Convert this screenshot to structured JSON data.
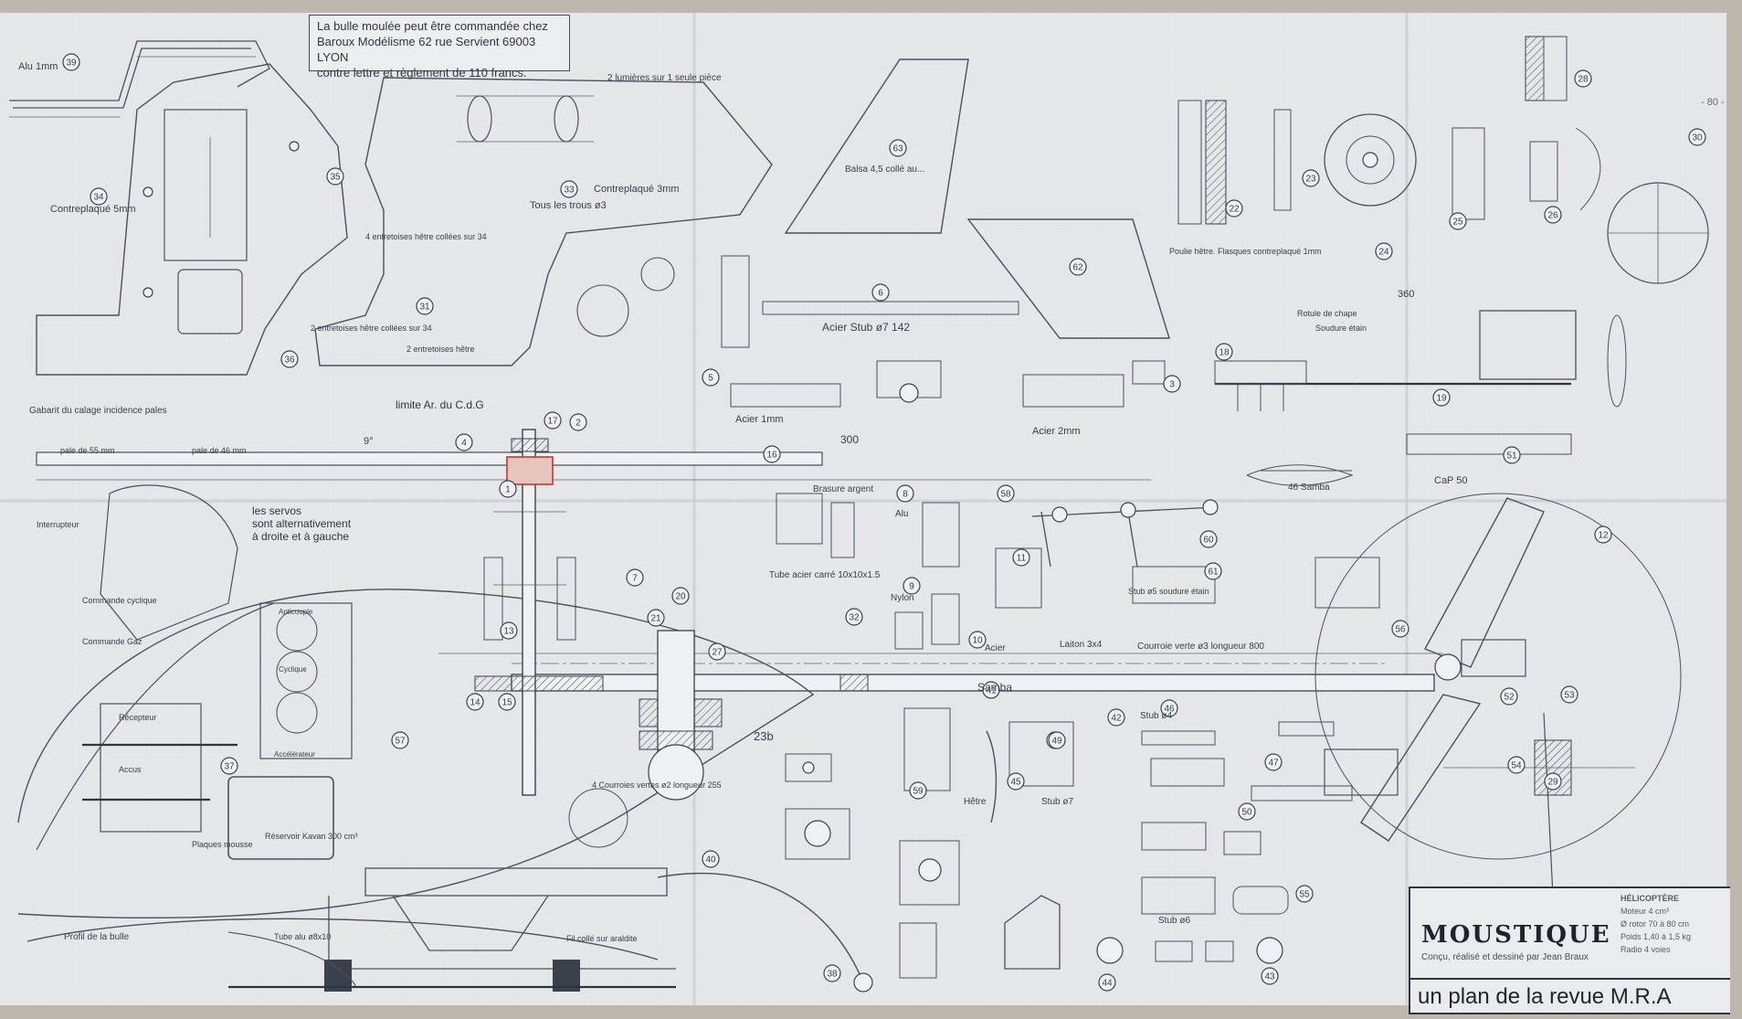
{
  "note": {
    "line1": "La bulle moulée peut être commandée chez",
    "line2": "Baroux Modélisme 62 rue Servient 69003 LYON",
    "line3": "contre lettre et règlement de 110 francs."
  },
  "title_block": {
    "name": "MOUSTIQUE",
    "subtitle": "Conçu, réalisé et dessiné par Jean Braux",
    "footer": "un plan de la revue M.R.A",
    "spec_heading": "HÉLICOPTÈRE",
    "spec_lines": [
      "Moteur 4 cm³",
      "Ø rotor 70 à 80 cm",
      "Poids 1,40 à 1,5 kg",
      "Radio 4 voies"
    ]
  },
  "labels": {
    "limite": "limite Ar. du C.d.G",
    "servos": [
      "les servos",
      "sont alternativement",
      "à droite et à gauche"
    ],
    "alu": "Alu 1mm",
    "contreplaque_5": "Contreplaqué 5mm",
    "contreplaque_3": "Contreplaqué 3mm",
    "tous_trous": "Tous les trous ø3",
    "lumieres": "2 lumières sur 1 seule pièce",
    "balsa": "Balsa 4,5 collé au...",
    "entretoises": "4 entretoises hêtre collées sur 34",
    "entretoises2": "2 entretoises hêtre collées sur 34",
    "entretoises3": "2 entretoises hêtre",
    "acier_stub": "Acier Stub ø7  142",
    "acier_1": "Acier 1mm",
    "acier_2": "Acier 2mm",
    "poulie": "Poulie hêtre. Flasques contreplaqué 1mm",
    "rotule": "Rotule de chape",
    "soudure": "Soudure étain",
    "samba": "Samba",
    "samba46": "46 Samba",
    "cap_50": "CaP 50",
    "courroie_verte": "Courroie verte ø3 longueur 800",
    "courroie_verte2": "4 Courroies vertes ø2 longueur 255",
    "profil_bulle": "Profil de la bulle",
    "pales": "pale de 55 mm",
    "pales2": "pale de 46 mm",
    "gabarit": "Gabarit du calage incidence pales",
    "tube_acier": "Tube acier carré 10x10x1.5",
    "laiton": "Laiton 3x4",
    "hetre": "Hêtre",
    "nylon": "Nylon",
    "alu_word": "Alu",
    "acier_word": "Acier",
    "dim_300": "300",
    "dim_360": "360",
    "dim_23b": "23b",
    "dim_9deg": "9°",
    "stub4": "Stub ø4",
    "stub5": "Stub ø5 soudure étain",
    "stub6": "Stub ø6",
    "stub7": "Stub ø7",
    "brasure": "Brasure argent",
    "reservoir": "Réservoir Kavan 300 cm³",
    "recepteur": "Récepteur",
    "accus": "Accus",
    "interrupteur": "Interrupteur",
    "commande_gaz": "Commande Gaz",
    "commande_cyclique": "Commande cyclique",
    "anticouple": "Anticouple",
    "cyclique": "Cyclique",
    "accelerateur": "Accélérateur",
    "plaques_mousse": "Plaques mousse",
    "tube_alu": "Tube alu ø8x10",
    "colle_araldite": "Fil collé sur araldite"
  },
  "part_numbers": [
    "1",
    "2",
    "3",
    "4",
    "5",
    "6",
    "7",
    "8",
    "9",
    "10",
    "11",
    "12",
    "13",
    "14",
    "15",
    "16",
    "17",
    "18",
    "19",
    "20",
    "21",
    "22",
    "23",
    "24",
    "25",
    "26",
    "27",
    "28",
    "29",
    "30",
    "31",
    "32",
    "33",
    "34",
    "35",
    "36",
    "37",
    "38",
    "39",
    "40",
    "41",
    "42",
    "43",
    "44",
    "45",
    "46",
    "47",
    "48",
    "49",
    "50",
    "51",
    "52",
    "53",
    "54",
    "55",
    "56",
    "57",
    "58",
    "59",
    "60",
    "61",
    "62",
    "63"
  ],
  "page_number": "- 80 -"
}
